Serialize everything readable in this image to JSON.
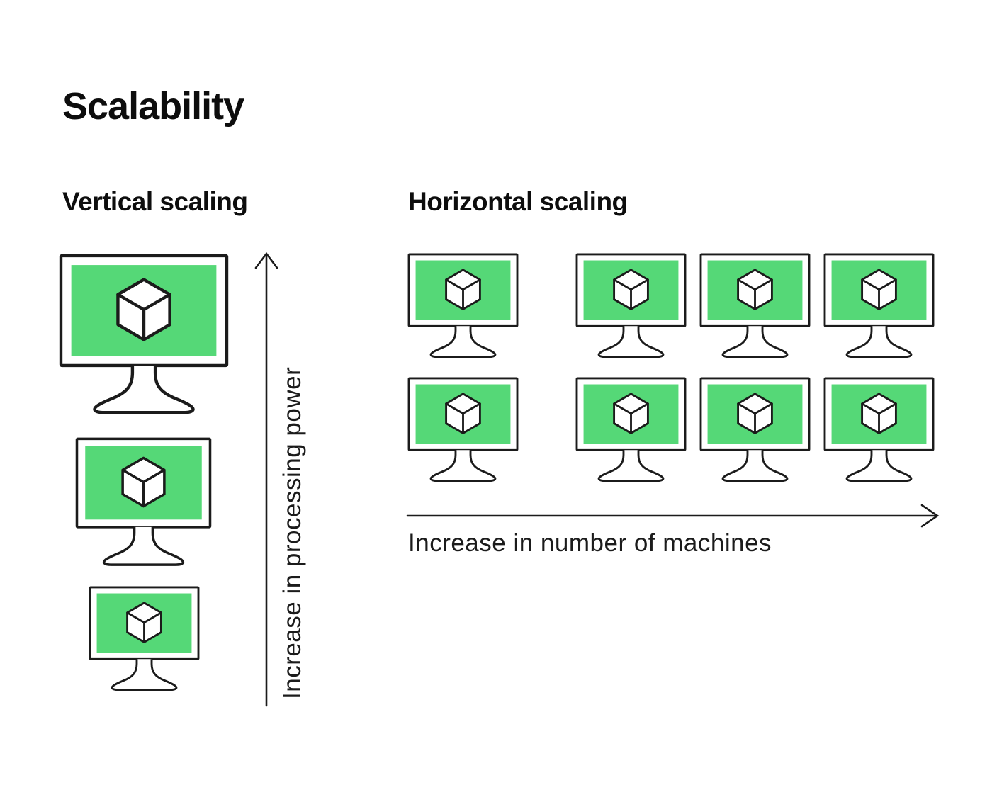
{
  "page": {
    "title": "Scalability"
  },
  "sections": {
    "vertical": {
      "heading": "Vertical scaling",
      "axis_label": "Increase in processing power",
      "axis_direction": "up",
      "monitor_count": 3,
      "monitor_sizes": [
        "large",
        "medium",
        "small"
      ]
    },
    "horizontal": {
      "heading": "Horizontal scaling",
      "axis_label": "Increase in number of machines",
      "axis_direction": "right",
      "rows": 2,
      "columns": 4,
      "monitor_count": 8
    }
  },
  "icons": {
    "monitor": "monitor-icon",
    "cube": "cube-icon",
    "up_arrow": "arrow-up-icon",
    "right_arrow": "arrow-right-icon"
  },
  "colors": {
    "screen_green": "#55d877",
    "outline": "#1b1b1b",
    "background": "#ffffff"
  }
}
